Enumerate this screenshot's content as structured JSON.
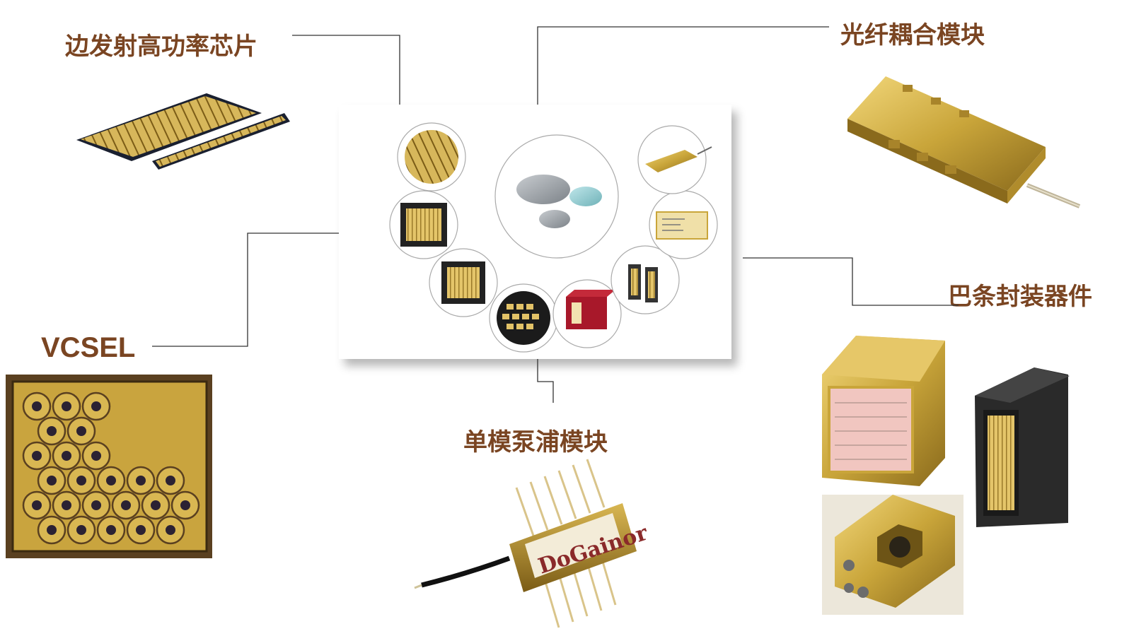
{
  "labels": {
    "edge_chip": "边发射高功率芯片",
    "fiber_module": "光纤耦合模块",
    "bar_package": "巴条封装器件",
    "vcsel": "VCSEL",
    "single_mode_pump": "单模泵浦模块"
  },
  "brand_text": "DoGainor",
  "colors": {
    "label": "#7a4522",
    "gold": "#c9a53a",
    "connector_line": "#333333"
  }
}
